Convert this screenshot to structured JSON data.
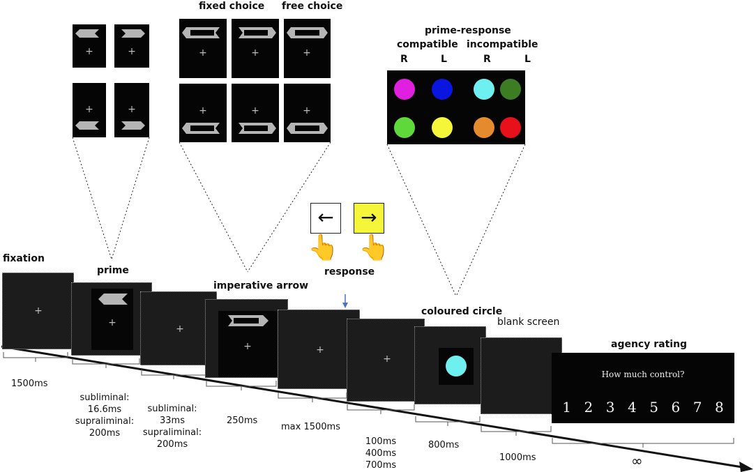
{
  "top_panels": {
    "fixed_choice_label": "fixed choice",
    "free_choice_label": "free choice"
  },
  "colour_mapping": {
    "title": "prime-response",
    "compatible_label": "compatible",
    "incompatible_label": "incompatible",
    "columns": [
      "R",
      "L",
      "R",
      "L"
    ],
    "row1_colors": [
      "#e020e0",
      "#0a16e0",
      "#6ff0f0",
      "#3c7d24"
    ],
    "row2_colors": [
      "#5ed83a",
      "#f5f53a",
      "#e68a2e",
      "#e8101a"
    ]
  },
  "response": {
    "label": "response",
    "left_key_arrow": "←",
    "right_key_arrow": "→",
    "right_key_color": "#f5f53a"
  },
  "trial": {
    "fixation_label": "fixation",
    "prime_label": "prime",
    "imperative_label": "imperative arrow",
    "coloured_circle_label": "coloured circle",
    "blank_label": "blank screen",
    "agency_label": "agency rating",
    "cross": "+",
    "circle_color": "#6ff0f0"
  },
  "agency_rating": {
    "question": "How much control?",
    "scale": [
      "1",
      "2",
      "3",
      "4",
      "5",
      "6",
      "7",
      "8"
    ]
  },
  "durations": {
    "d1": "1500ms",
    "d2": [
      "subliminal:",
      "16.6ms",
      "supraliminal:",
      "200ms"
    ],
    "d3": [
      "subliminal:",
      "33ms",
      "supraliminal:",
      "200ms"
    ],
    "d4": "250ms",
    "d5": "max 1500ms",
    "d6": [
      "100ms",
      "400ms",
      "700ms"
    ],
    "d7": "800ms",
    "d8": "1000ms",
    "d9": "∞"
  }
}
